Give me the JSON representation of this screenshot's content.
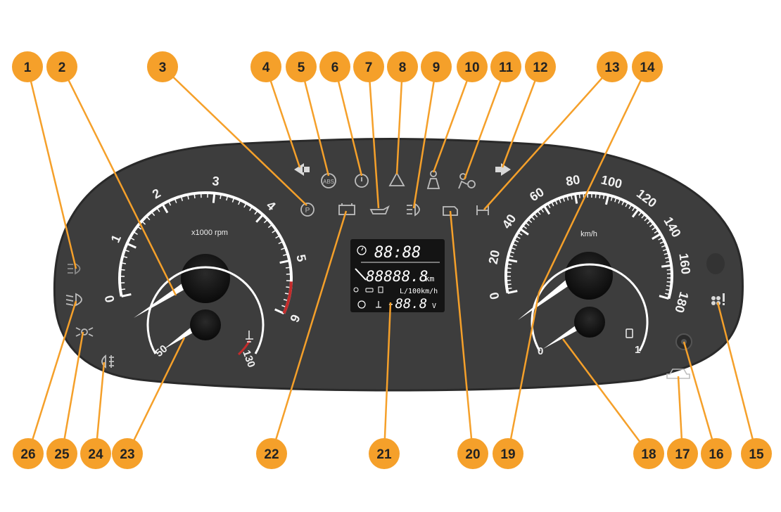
{
  "colors": {
    "callout": "#F5A02A",
    "panel": "#3d3d3d",
    "panel_edge": "#2c2c2c",
    "gauge_ring": "#ffffff",
    "lcd_bg": "#141414"
  },
  "tachometer": {
    "unit": "x1000 rpm",
    "ticks": [
      "0",
      "1",
      "2",
      "3",
      "4",
      "5",
      "6"
    ]
  },
  "temperature_gauge": {
    "min": "50",
    "max": "130"
  },
  "speedometer": {
    "unit": "km/h",
    "ticks": [
      "0",
      "20",
      "40",
      "60",
      "80",
      "100",
      "120",
      "140",
      "160",
      "180"
    ]
  },
  "fuel_gauge": {
    "min": "0",
    "max": "1"
  },
  "lcd": {
    "clock": "88:88",
    "odometer": "88888.8",
    "odometer_unit": "km",
    "consumption_unit": "L/100km/h",
    "voltage": "-88.8",
    "voltage_unit": "V"
  },
  "warning_icons": [
    {
      "id": "turn-left",
      "icon": "arrow-left"
    },
    {
      "id": "abs",
      "icon": "abs",
      "text": "ABS"
    },
    {
      "id": "brake",
      "icon": "brake-circle"
    },
    {
      "id": "hazard",
      "icon": "triangle"
    },
    {
      "id": "seatbelt",
      "icon": "seatbelt"
    },
    {
      "id": "airbag",
      "icon": "airbag"
    },
    {
      "id": "turn-right",
      "icon": "arrow-right"
    },
    {
      "id": "parking-brake",
      "icon": "parking",
      "text": "P"
    },
    {
      "id": "battery",
      "icon": "battery"
    },
    {
      "id": "oil",
      "icon": "oil-can"
    },
    {
      "id": "fog-front",
      "icon": "front-fog"
    },
    {
      "id": "engine",
      "icon": "engine"
    },
    {
      "id": "power-steering",
      "icon": "steering"
    }
  ],
  "callouts": [
    "1",
    "2",
    "3",
    "4",
    "5",
    "6",
    "7",
    "8",
    "9",
    "10",
    "11",
    "12",
    "13",
    "14",
    "15",
    "16",
    "17",
    "18",
    "19",
    "20",
    "21",
    "22",
    "23",
    "24",
    "25",
    "26"
  ]
}
